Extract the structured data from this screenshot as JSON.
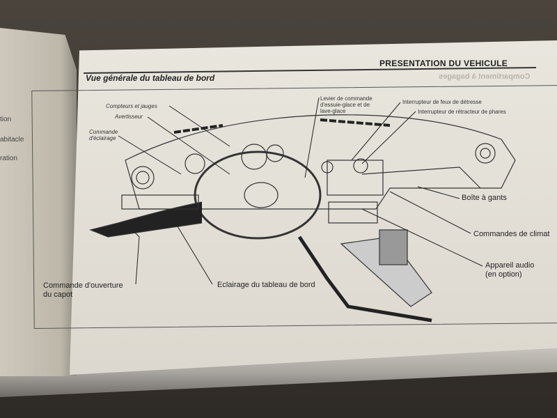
{
  "header": {
    "section": "PRESENTATION DU VEHICULE",
    "title": "Vue générale du tableau de bord",
    "ghost_text": "Compartiment à bagages"
  },
  "left_page": {
    "fragments": [
      "tion",
      "abitacle",
      "ration"
    ]
  },
  "labels": {
    "compteurs": "Compteurs et jauges",
    "avertisseur": "Avertisseur",
    "commande_eclairage": [
      "Commande",
      "d'éclairage"
    ],
    "levier": [
      "Levier de commande",
      "d'essuie-glace et de",
      "lave-glace"
    ],
    "feux_detresse": "Interrupteur de feux de détresse",
    "retracteur": "Interrupteur de rétracteur de phares",
    "boite_gants": "Boîte à gants",
    "climat": "Commandes de climat",
    "audio": [
      "Appareil audio",
      "(en option)"
    ],
    "ouverture_capot": [
      "Commande d'ouverture",
      "du capot"
    ],
    "eclairage_tableau": "Eclairage du tableau de bord"
  }
}
